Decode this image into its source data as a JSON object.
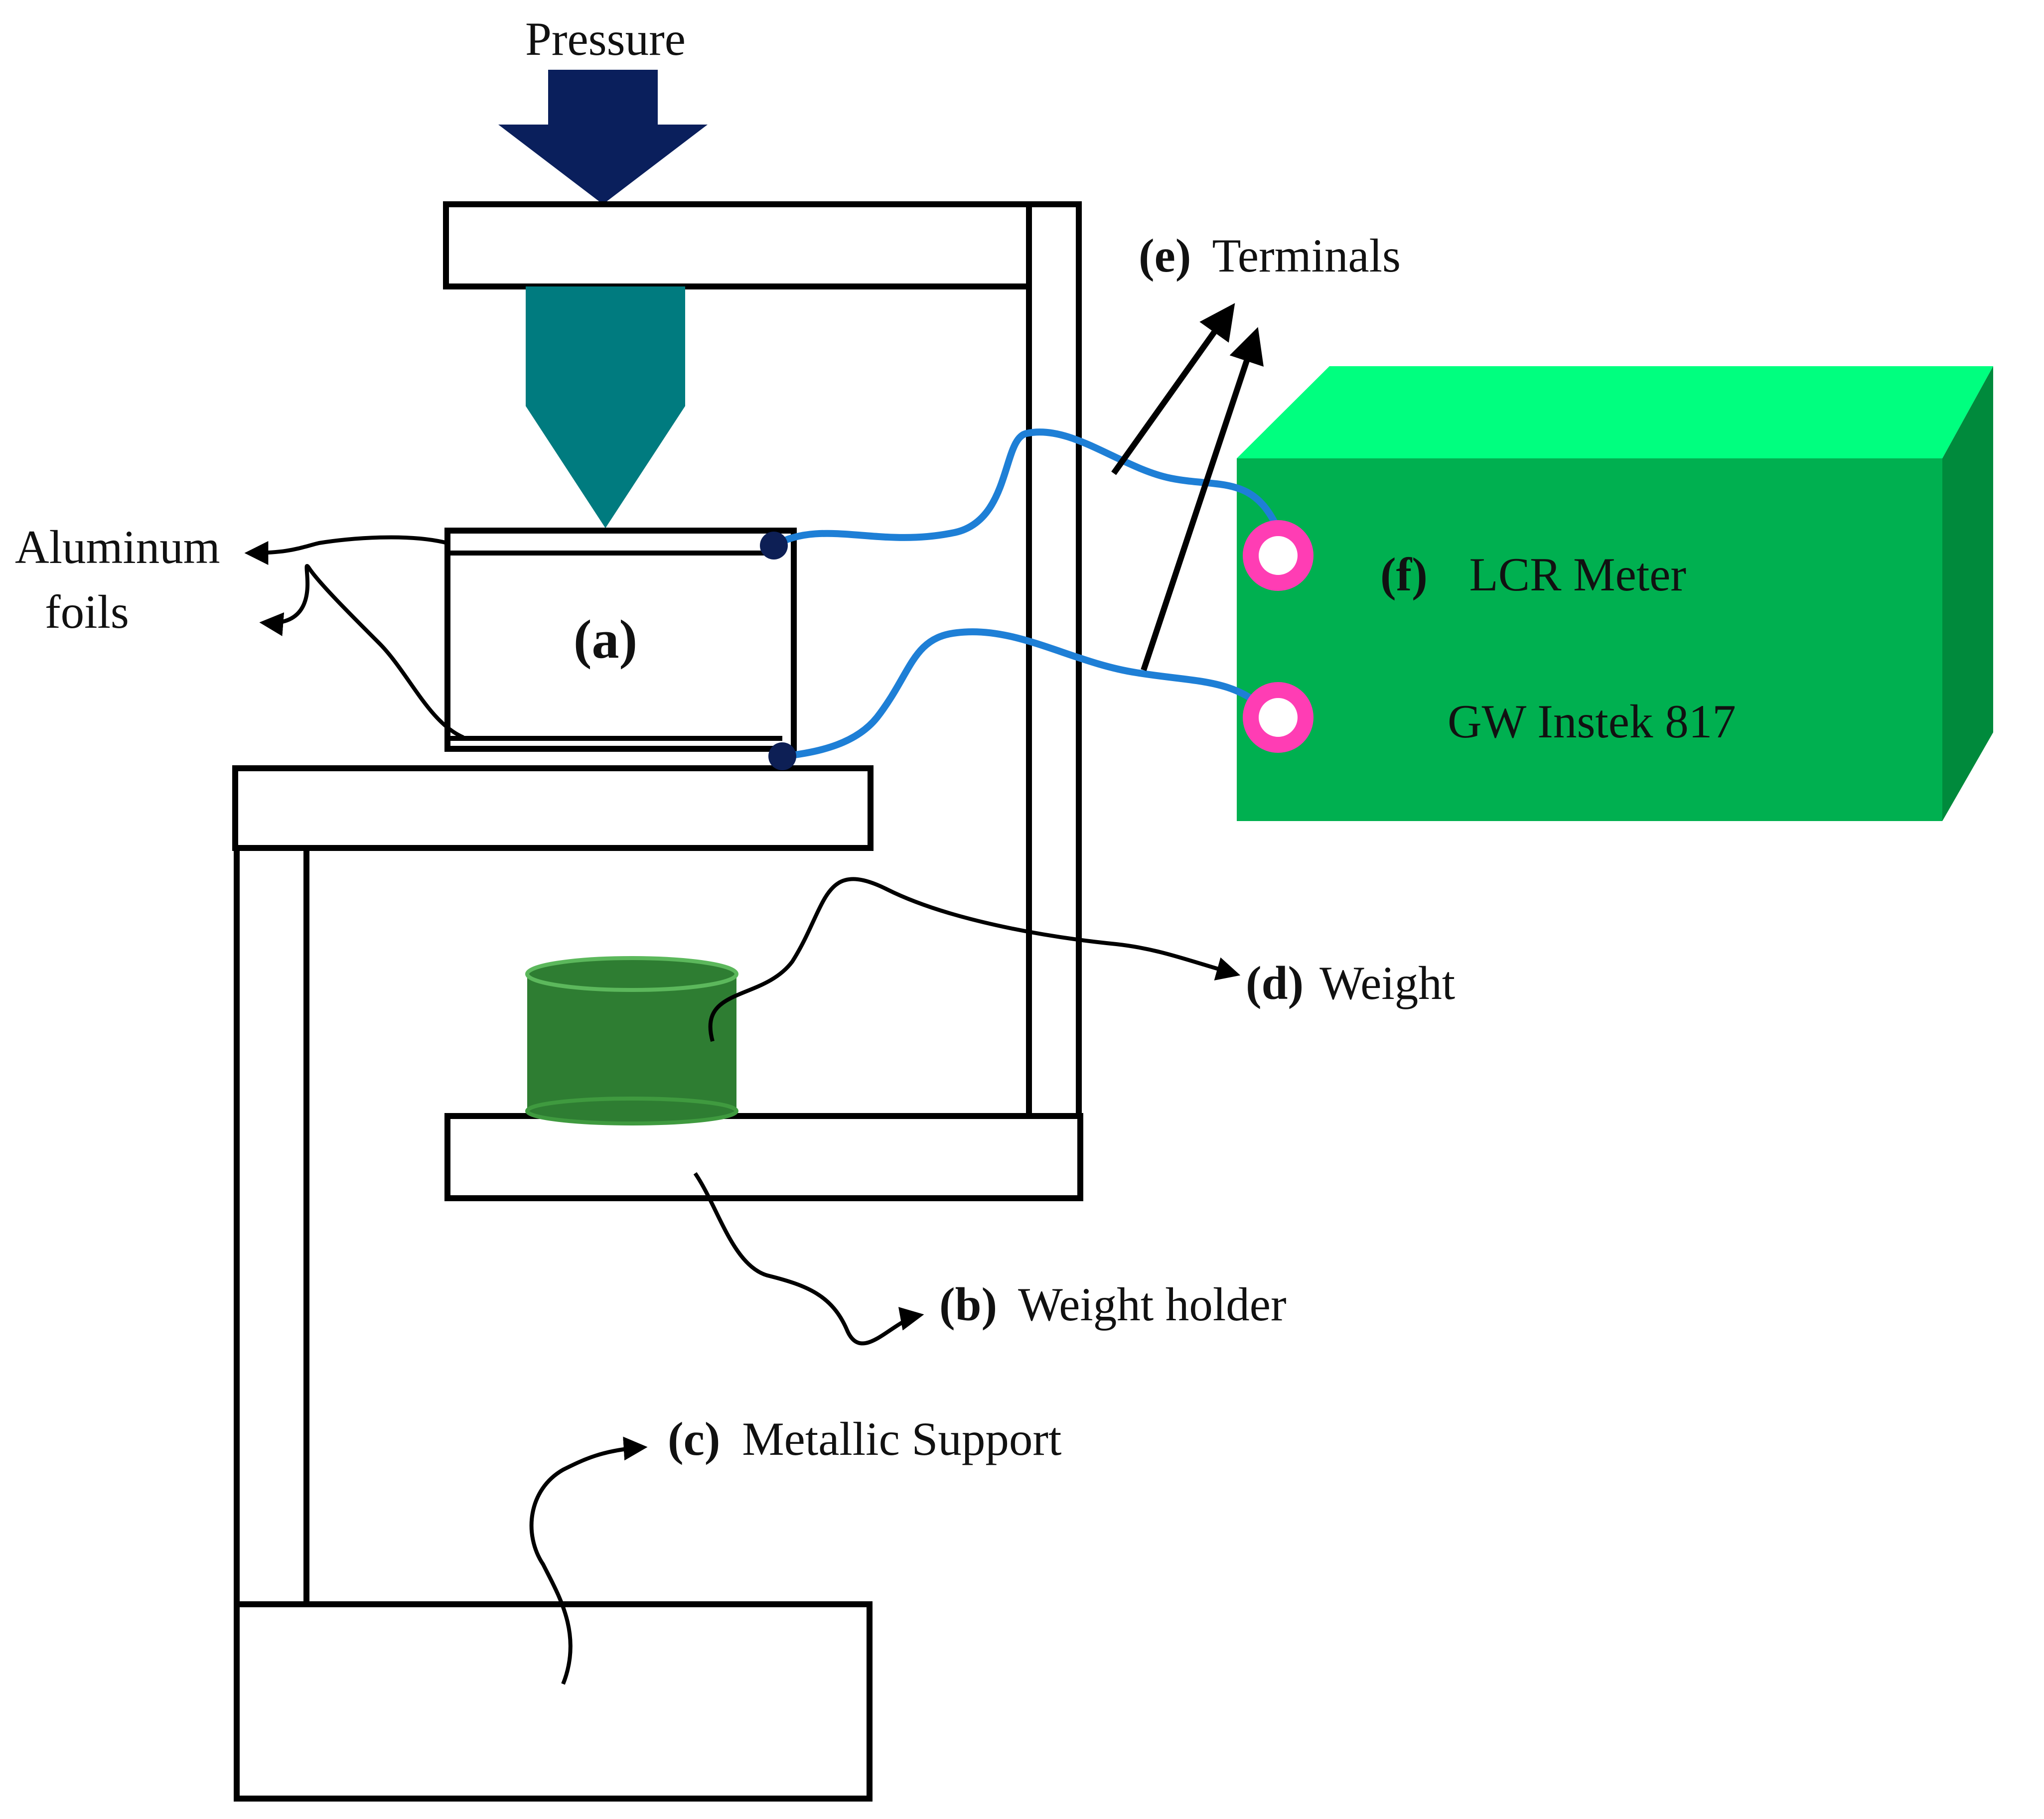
{
  "labels": {
    "pressure": "Pressure",
    "aluminum_foils_line1": "Aluminum",
    "aluminum_foils_line2": "foils",
    "sample": "(a)",
    "weight_holder_tag": "(b)",
    "weight_holder_text": "Weight holder",
    "metallic_support_tag": "(c)",
    "metallic_support_text": "Metallic Support",
    "weight_tag": "(d)",
    "weight_text": "Weight",
    "terminals_tag": "(e)",
    "terminals_text": "Terminals",
    "lcr_tag": "(f)",
    "lcr_text": "LCR Meter",
    "lcr_model": "GW Instek 817"
  },
  "colors": {
    "pressure_arrow": "#0a1f5c",
    "indenter": "#007b7f",
    "weight_body": "#2e7d32",
    "weight_edge": "#3f9a3f",
    "lcr_front": "#00b050",
    "lcr_top": "#00ff7f",
    "lcr_side": "#008a3c",
    "wire": "#1e7fd6",
    "terminal_ring": "#ff3db4",
    "contact_dot": "#0d1f55",
    "frame_stroke": "#000000"
  }
}
